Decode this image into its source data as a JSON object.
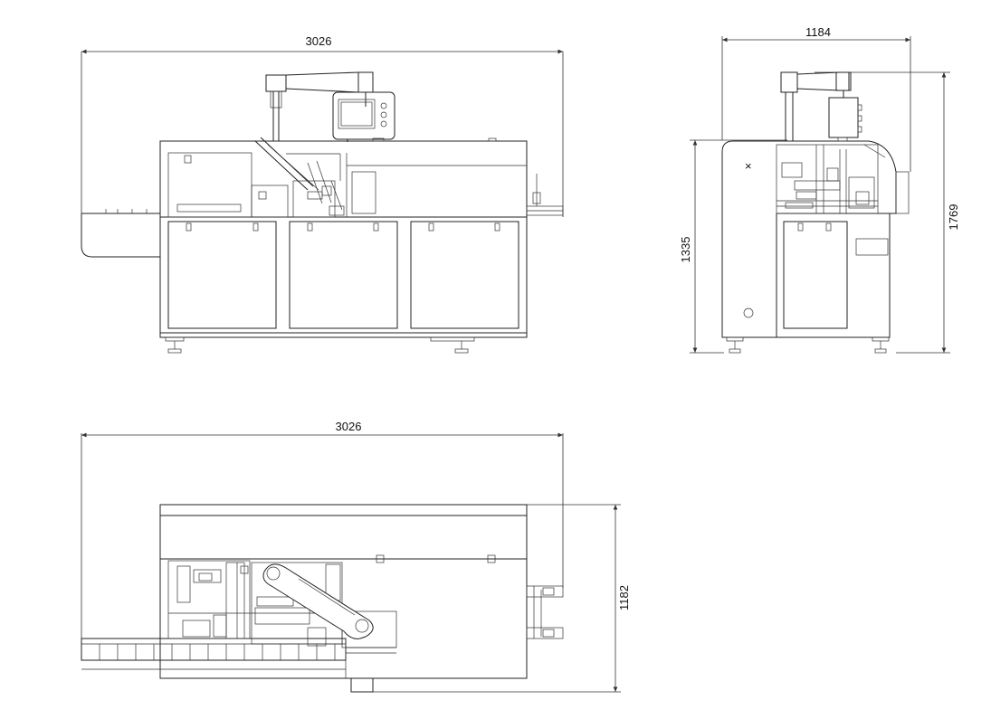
{
  "drawing": {
    "front_view": {
      "width_label": "3026"
    },
    "side_view": {
      "width_label": "1184",
      "height_label": "1769",
      "body_height_label": "1335"
    },
    "top_view": {
      "width_label": "3026",
      "depth_label": "1182"
    }
  }
}
